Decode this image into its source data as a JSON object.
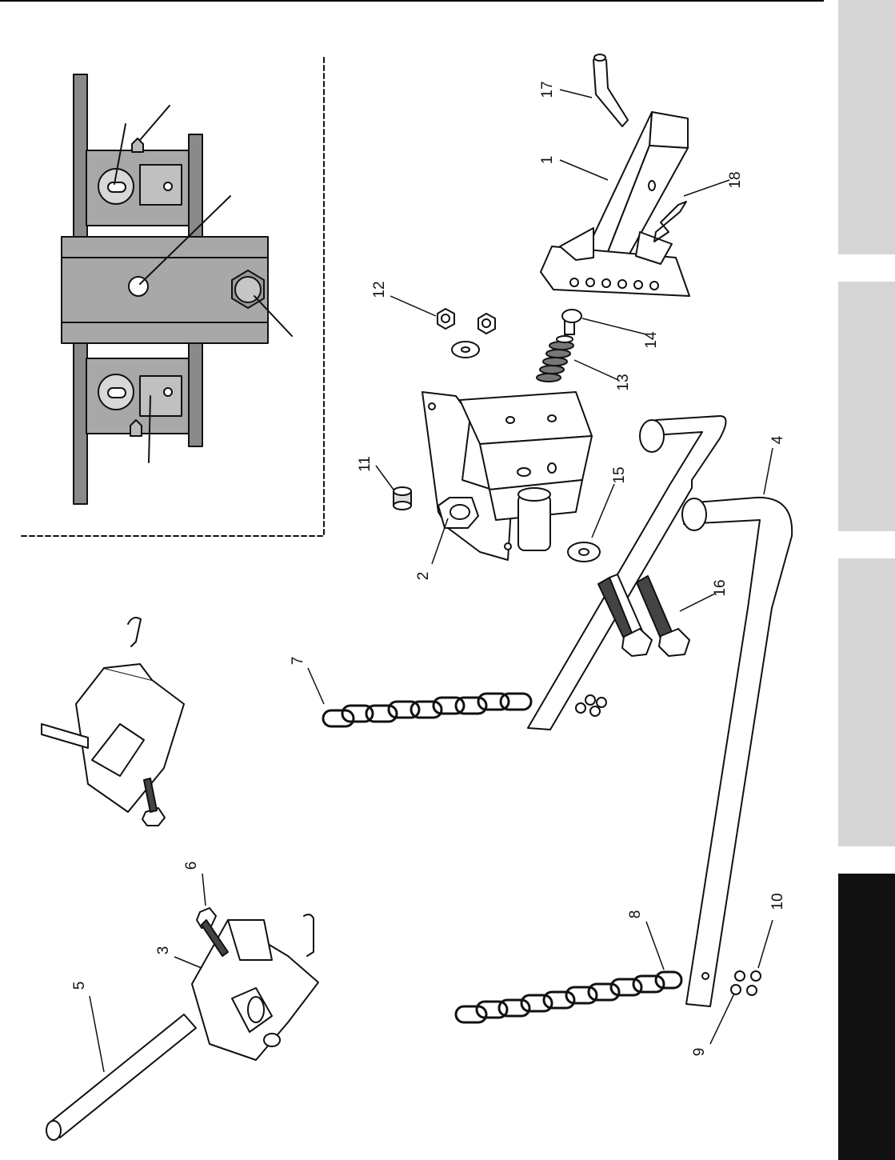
{
  "part_labels": {
    "p1": "1",
    "p2": "2",
    "p3": "3",
    "p4": "4",
    "p5": "5",
    "p6": "6",
    "p7": "7",
    "p8": "8",
    "p9": "9",
    "p10": "10",
    "p11": "11",
    "p12": "12",
    "p13": "13",
    "p14": "14",
    "p15": "15",
    "p16": "16",
    "p17": "17",
    "p18": "18"
  },
  "side_tabs": [
    {
      "name": "tab-1",
      "color": "#d6d6d6"
    },
    {
      "name": "tab-2",
      "color": "#d6d6d6"
    },
    {
      "name": "tab-3",
      "color": "#d6d6d6"
    },
    {
      "name": "tab-4",
      "color": "#111111"
    }
  ],
  "colors": {
    "part_fill": "#ffffff",
    "line": "#111111",
    "inset_gray": "#a8a8a8",
    "inset_dark": "#8a8a8a"
  }
}
